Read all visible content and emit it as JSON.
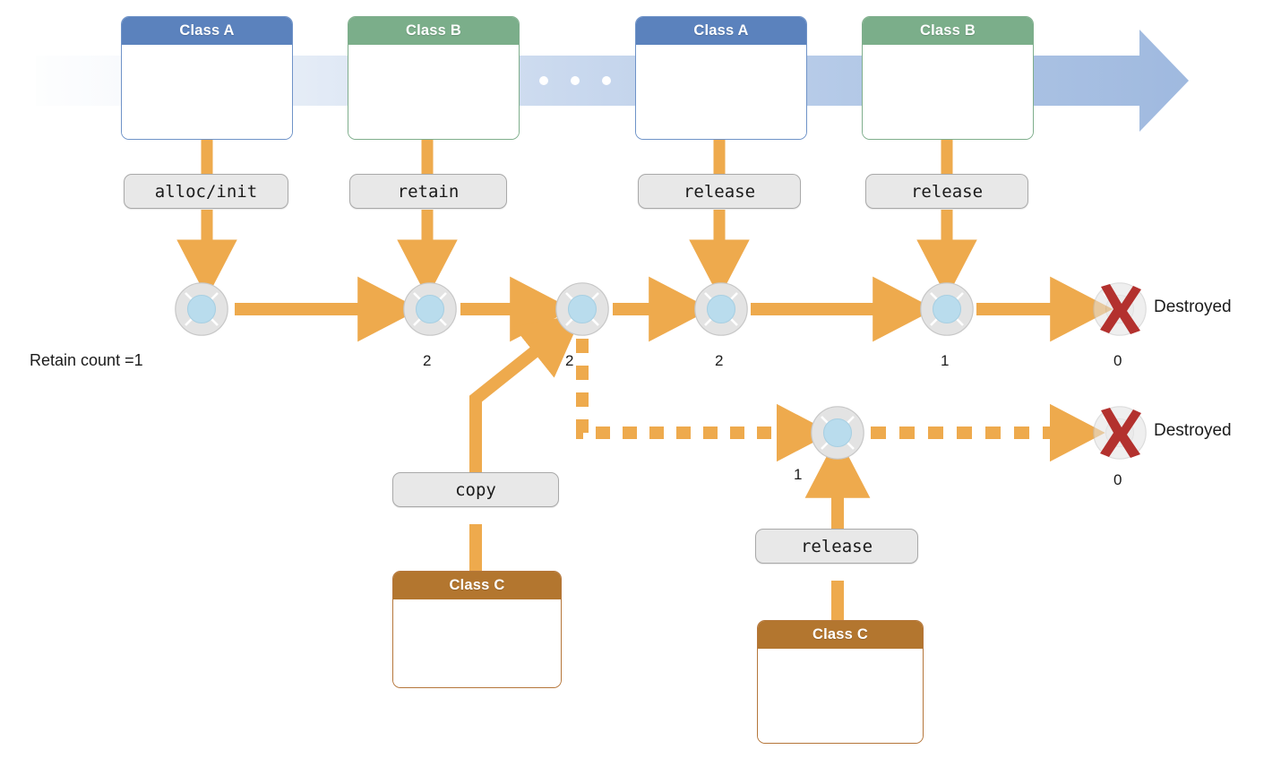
{
  "diagram": {
    "title": "Objective-C reference counting (retain/release) lifecycle timeline",
    "colors": {
      "class_a_header": "#5b82bd",
      "class_b_header": "#7bae8a",
      "class_c_header": "#b3762f",
      "arrow_orange": "#eeaa4d",
      "timeline_blue": "#aac2e4",
      "ring_outer": "#e2e2e2",
      "ring_inner": "#b9dced",
      "destroyed_x": "#b3312e"
    }
  },
  "timeline": {
    "name": "time-arrow",
    "ellipsis_dots": 3
  },
  "class_boxes": [
    {
      "label": "Class A",
      "kind": "blue"
    },
    {
      "label": "Class B",
      "kind": "green"
    },
    {
      "label": "Class A",
      "kind": "blue"
    },
    {
      "label": "Class B",
      "kind": "green"
    }
  ],
  "methods": [
    {
      "label": "alloc/init"
    },
    {
      "label": "retain"
    },
    {
      "label": "release"
    },
    {
      "label": "release"
    }
  ],
  "primary_row": {
    "retain_count_prefix": "Retain count =",
    "counts": [
      "1",
      "2",
      "2",
      "2",
      "1",
      "0"
    ],
    "destroyed_label": "Destroyed"
  },
  "copy_branch": {
    "method_label": "copy",
    "class_box": {
      "label": "Class C",
      "kind": "brown"
    }
  },
  "secondary_row": {
    "counts": [
      "1",
      "0"
    ],
    "destroyed_label": "Destroyed",
    "method_label": "release",
    "class_box": {
      "label": "Class C",
      "kind": "brown"
    }
  }
}
